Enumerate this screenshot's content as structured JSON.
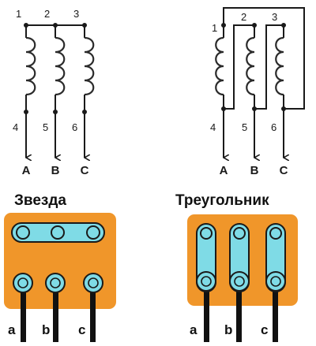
{
  "colors": {
    "block": "#f0962a",
    "jumper": "#7fdbe6",
    "terminal": "#7fdbe6",
    "outline": "#1a1a1a",
    "lead_wire": "#111111"
  },
  "star": {
    "title": "Звезда",
    "top_numbers": [
      "1",
      "2",
      "3"
    ],
    "bottom_numbers": [
      "4",
      "5",
      "6"
    ],
    "phases": [
      "A",
      "B",
      "C"
    ],
    "leads": [
      "a",
      "b",
      "c"
    ]
  },
  "delta": {
    "title": "Треугольник",
    "top_numbers": [
      "1",
      "2",
      "3"
    ],
    "bottom_numbers": [
      "4",
      "5",
      "6"
    ],
    "phases": [
      "A",
      "B",
      "C"
    ],
    "leads": [
      "a",
      "b",
      "c"
    ]
  }
}
